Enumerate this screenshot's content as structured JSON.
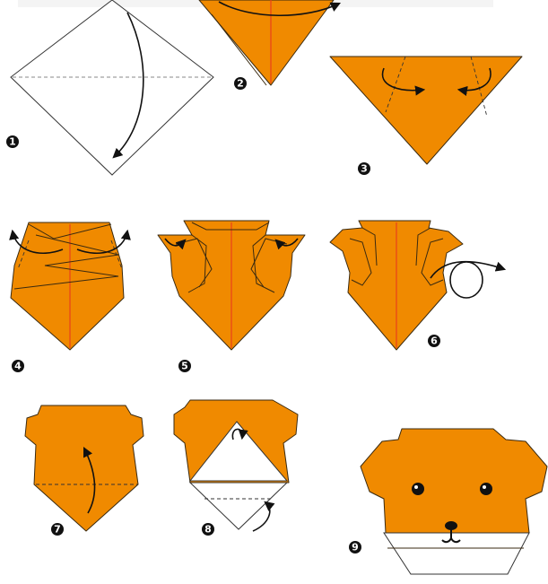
{
  "colors": {
    "paper": "#f08a00",
    "crease": "#e8421a",
    "step_badge": "#111111"
  },
  "steps": [
    {
      "number": "1"
    },
    {
      "number": "2"
    },
    {
      "number": "3"
    },
    {
      "number": "4"
    },
    {
      "number": "5"
    },
    {
      "number": "6"
    },
    {
      "number": "7"
    },
    {
      "number": "8"
    },
    {
      "number": "9"
    }
  ]
}
